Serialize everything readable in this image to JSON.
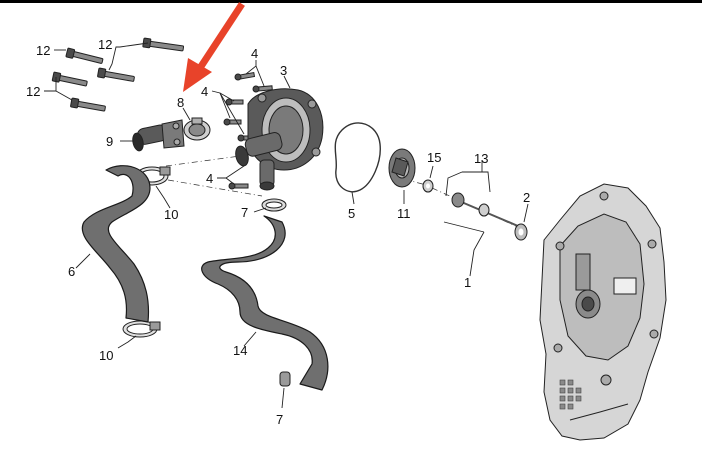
{
  "colors": {
    "background": "#ffffff",
    "header_bar": "#000000",
    "arrow": "#e8432a",
    "hose_fill": "#6f6f6f",
    "part_fill": "#9a9a9a",
    "dark_part_fill": "#5a5a5a",
    "housing_fill": "#d6d6d6"
  },
  "icons": {
    "indicator_arrow": "red-arrow-icon"
  },
  "callouts": [
    {
      "id": "c12a",
      "text": "12"
    },
    {
      "id": "c12b",
      "text": "12"
    },
    {
      "id": "c12c",
      "text": "12"
    },
    {
      "id": "c8",
      "text": "8"
    },
    {
      "id": "c4a",
      "text": "4"
    },
    {
      "id": "c4b",
      "text": "4"
    },
    {
      "id": "c4c",
      "text": "4"
    },
    {
      "id": "c3",
      "text": "3"
    },
    {
      "id": "c9",
      "text": "9"
    },
    {
      "id": "c10a",
      "text": "10"
    },
    {
      "id": "c10b",
      "text": "10"
    },
    {
      "id": "c7a",
      "text": "7"
    },
    {
      "id": "c7b",
      "text": "7"
    },
    {
      "id": "c6",
      "text": "6"
    },
    {
      "id": "c5",
      "text": "5"
    },
    {
      "id": "c11",
      "text": "11"
    },
    {
      "id": "c15",
      "text": "15"
    },
    {
      "id": "c13",
      "text": "13"
    },
    {
      "id": "c2",
      "text": "2"
    },
    {
      "id": "c1",
      "text": "1"
    },
    {
      "id": "c14",
      "text": "14"
    }
  ]
}
